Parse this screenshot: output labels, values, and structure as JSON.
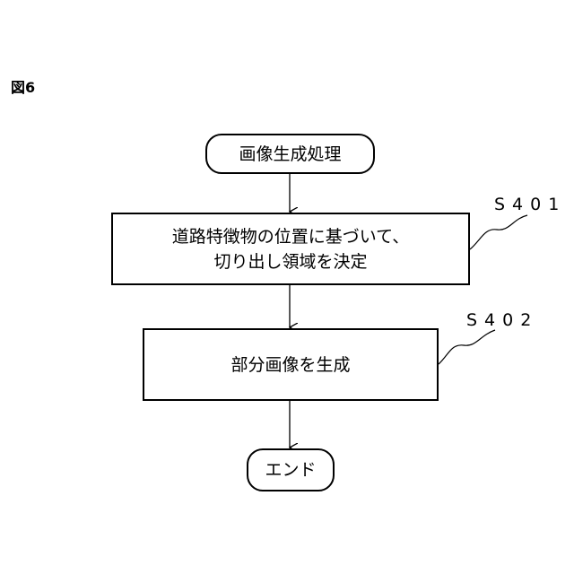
{
  "figure_label": "図6",
  "nodes": {
    "start": {
      "text": "画像生成処理"
    },
    "step1": {
      "code": "S401",
      "line1": "道路特徴物の位置に基づいて、",
      "line2": "切り出し領域を決定"
    },
    "step2": {
      "code": "S402",
      "text": "部分画像を生成"
    },
    "end": {
      "text": "エンド"
    }
  },
  "edges": [
    {
      "from": "start",
      "to": "step1"
    },
    {
      "from": "step1",
      "to": "step2"
    },
    {
      "from": "step2",
      "to": "end"
    }
  ]
}
